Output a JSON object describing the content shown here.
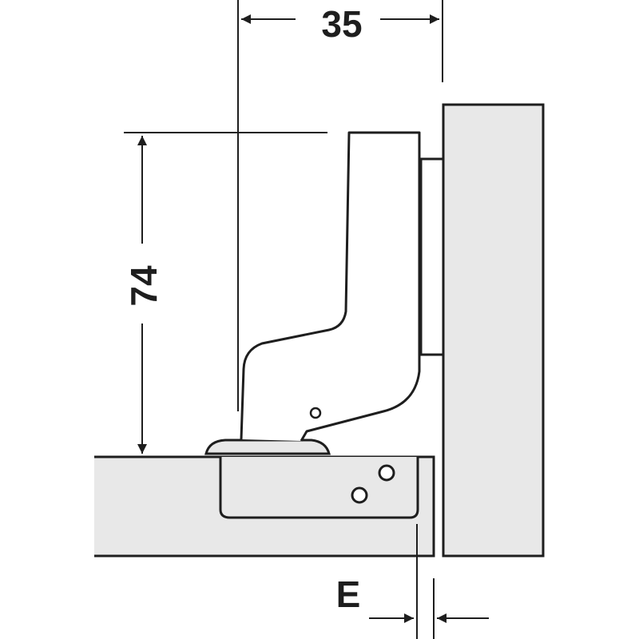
{
  "dimensions": {
    "width_label": "35",
    "height_label": "74",
    "overlay_label": "E"
  },
  "colors": {
    "line": "#1e1e1e",
    "panel_fill": "#e8e8e8",
    "background": "#ffffff"
  }
}
